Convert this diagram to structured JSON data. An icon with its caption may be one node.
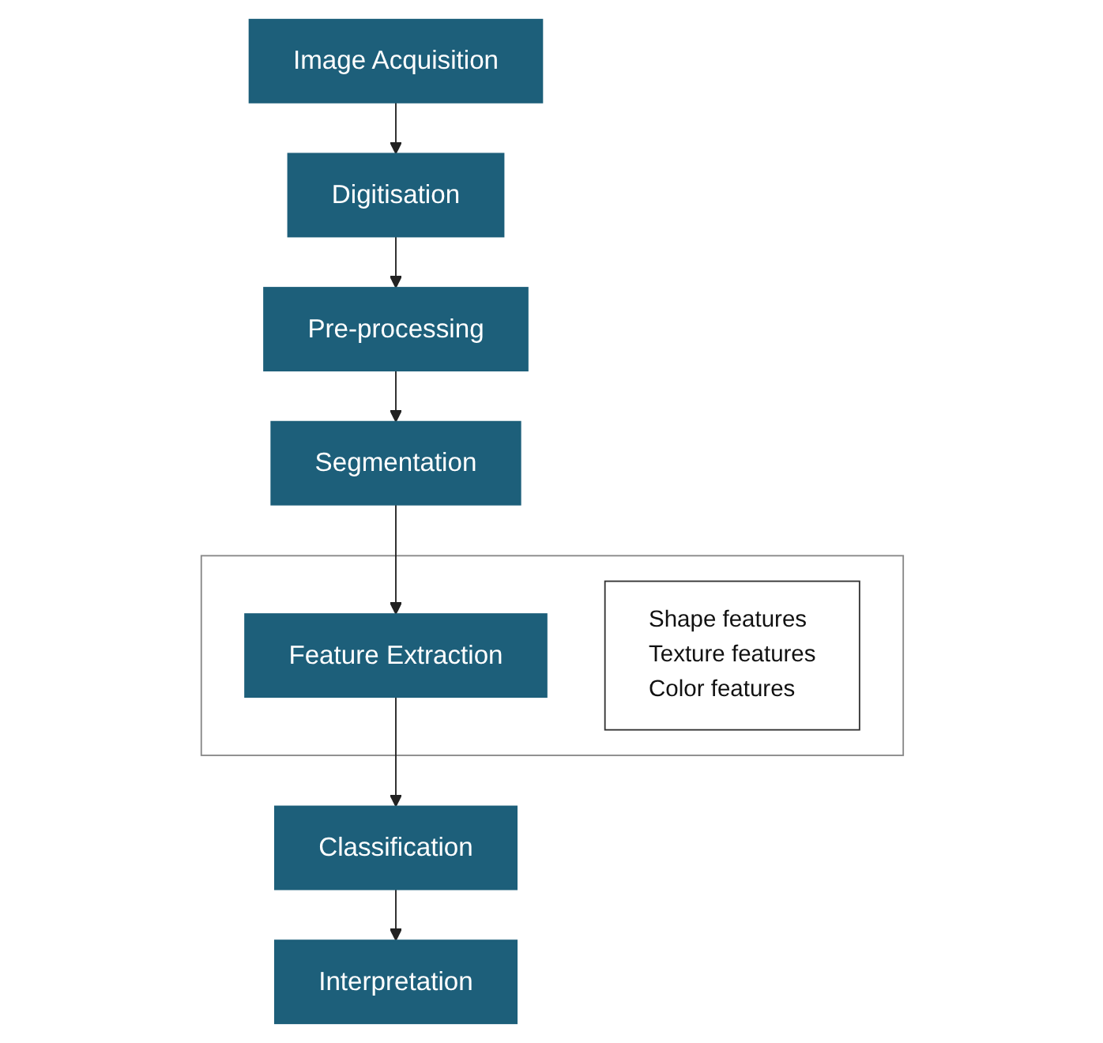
{
  "diagram": {
    "nodes": [
      {
        "text": [
          "Image Acquisition"
        ]
      },
      {
        "text": [
          "Digitisation"
        ]
      },
      {
        "text": [
          "Pre-processing"
        ]
      },
      {
        "text": [
          "Segmentation"
        ]
      },
      {
        "text": [],
        "shape": "box"
      },
      {
        "text": [
          "Feature Extraction"
        ],
        "in": 4
      },
      {
        "text": [
          "Shape features",
          "Texture features",
          "Color features"
        ],
        "in": 4
      },
      {
        "text": [
          "Classification"
        ]
      },
      {
        "text": [
          "Interpretation"
        ]
      }
    ],
    "edges": [
      {
        "from": 0,
        "to": 1,
        "arrow": "to"
      },
      {
        "from": 1,
        "to": 2,
        "arrow": "to"
      },
      {
        "from": 2,
        "to": 3,
        "arrow": "to"
      },
      {
        "from": 3,
        "to": 5,
        "arrow": "to"
      },
      {
        "from": 5,
        "to": 7,
        "arrow": "to"
      },
      {
        "from": 7,
        "to": 8,
        "arrow": "to"
      }
    ]
  }
}
